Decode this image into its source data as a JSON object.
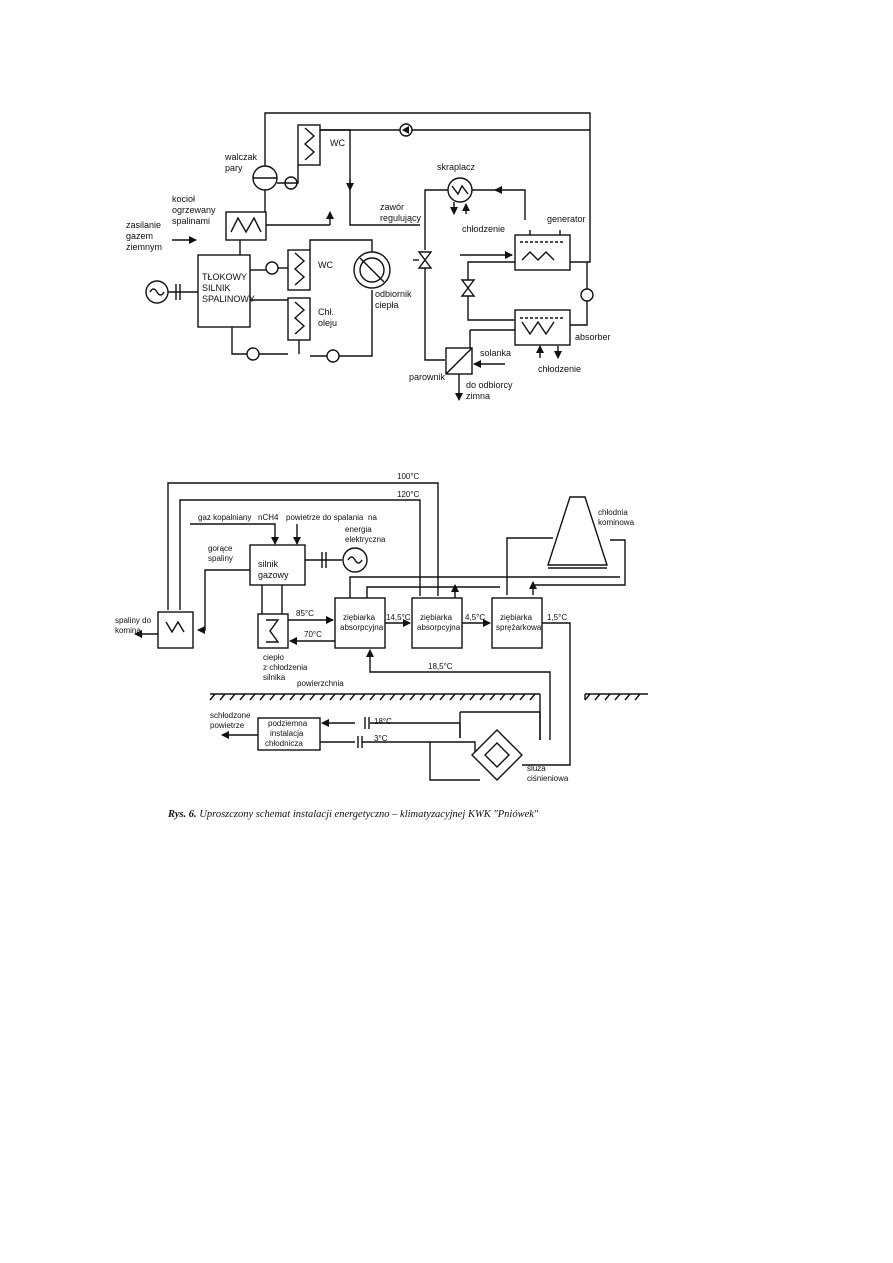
{
  "top": {
    "wc_top": "WC",
    "walczak": [
      "walczak",
      "pary"
    ],
    "kociol": [
      "kocioł",
      "ogrzewany",
      "spalinami"
    ],
    "zasilanie": [
      "zasilanie",
      "gazem",
      "ziemnym"
    ],
    "engine": [
      "TŁOKOWY",
      "SILNIK",
      "SPALINOWY"
    ],
    "wc_mid": "WC",
    "chl_oleju": [
      "Chł.",
      "oleju"
    ],
    "odbiornik": [
      "odbiornik",
      "ciepła"
    ],
    "skraplacz": "skraplacz",
    "zawor": [
      "zawór",
      "regulujący"
    ],
    "chlodzenie1": "chłodzenie",
    "generator": "generator",
    "absorber": "absorber",
    "chlodzenie2": "chłodzenie",
    "solanka": "solanka",
    "parownik": "parownik",
    "odbiorcy": [
      "do odbiorcy",
      "zimna"
    ]
  },
  "bottom": {
    "t100": "100°C",
    "t120": "120°C",
    "gaz": "gaz kopalniany",
    "nch4": "nCH4",
    "powietrze": "powietrze do spalania",
    "na": "na",
    "chlodnia": [
      "chłodnia",
      "kominowa"
    ],
    "energia": [
      "energia",
      "elektryczna"
    ],
    "gorace": [
      "gorące",
      "spaliny"
    ],
    "silnik": [
      "silnik",
      "gazowy"
    ],
    "spaliny_komin": [
      "spaliny do",
      "komina"
    ],
    "t85": "85°C",
    "t70": "70°C",
    "ciepl": [
      "ciepło",
      "z chłodzenia",
      "silnika"
    ],
    "zieb1": [
      "ziębiarka",
      "absorpcyjna"
    ],
    "t145": "14,5°C",
    "zieb2": [
      "ziębiarka",
      "absorpcyjna"
    ],
    "t45": "4,5°C",
    "zieb3": [
      "ziębiarka",
      "sprężarkowa"
    ],
    "t15": "1,5°C",
    "t185": "18,5°C",
    "powierzchnia": "powierzchnia",
    "schlodzone": [
      "schłodzone",
      "powietrze"
    ],
    "podziemna": [
      "podziemna",
      "instalacja",
      "chłodnicza"
    ],
    "t18": "18°C",
    "t3": "3°C",
    "sluza": [
      "śluza",
      "ciśnieniowa"
    ]
  },
  "caption": {
    "prefix": "Rys. 6.",
    "text": "Uproszczony schemat instalacji energetyczno – klimatyzacyjnej KWK \"Pniówek\""
  }
}
